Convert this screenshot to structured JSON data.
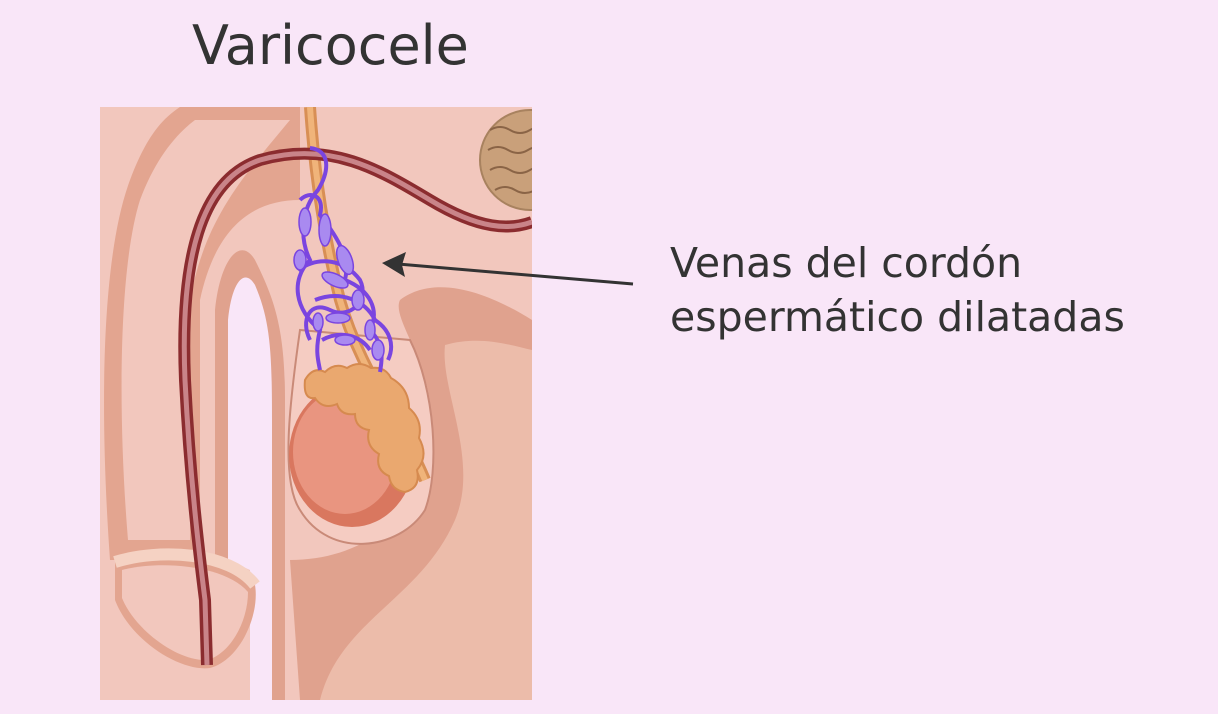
{
  "title": "Varicocele",
  "annotation": {
    "line1": "Venas del cordón",
    "line2": "espermático dilatadas"
  },
  "colors": {
    "background": "#f9e6f8",
    "skin": "#f2c7bd",
    "skin_dark": "#e0a28e",
    "urethra": "#8b2c2f",
    "veins": "#7a45e0",
    "veins_light": "#a98af0",
    "testis": "#d9775f",
    "epididymis": "#eaa86f"
  }
}
